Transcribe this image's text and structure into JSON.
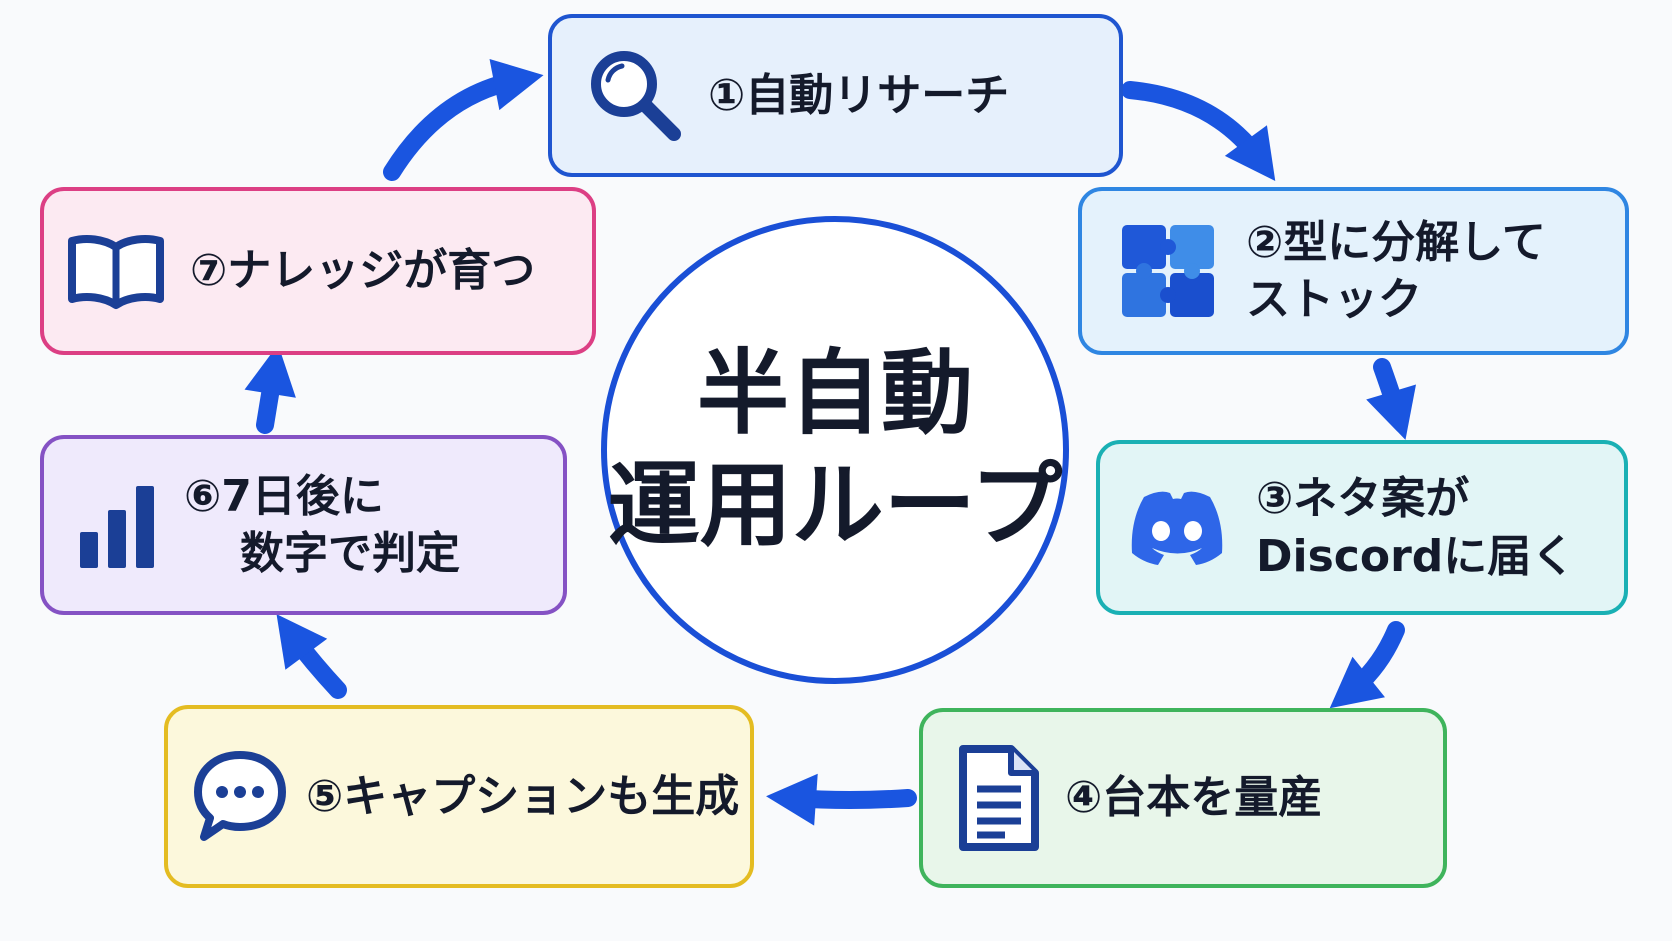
{
  "center": {
    "line1": "半自動",
    "line2": "運用ループ"
  },
  "steps": [
    {
      "label_lines": [
        "①自動リサーチ"
      ],
      "icon": "magnifier-icon",
      "color": "#1f55d0"
    },
    {
      "label_lines": [
        "②型に分解して",
        "ストック"
      ],
      "icon": "puzzle-icon",
      "color": "#2f86e2"
    },
    {
      "label_lines": [
        "③ネタ案が",
        "Discordに届く"
      ],
      "icon": "discord-icon",
      "color": "#1ab0b4"
    },
    {
      "label_lines": [
        "④台本を量産"
      ],
      "icon": "document-icon",
      "color": "#3fb45c"
    },
    {
      "label_lines": [
        "⑤キャプションも生成"
      ],
      "icon": "chat-bubble-icon",
      "color": "#e4bc22"
    },
    {
      "label_lines": [
        "⑥7日後に",
        "数字で判定"
      ],
      "icon": "bar-chart-icon",
      "color": "#8552c4"
    },
    {
      "label_lines": [
        "⑦ナレッジが育つ"
      ],
      "icon": "open-book-icon",
      "color": "#dc3f84"
    }
  ],
  "arrow_color": "#1a55e0"
}
